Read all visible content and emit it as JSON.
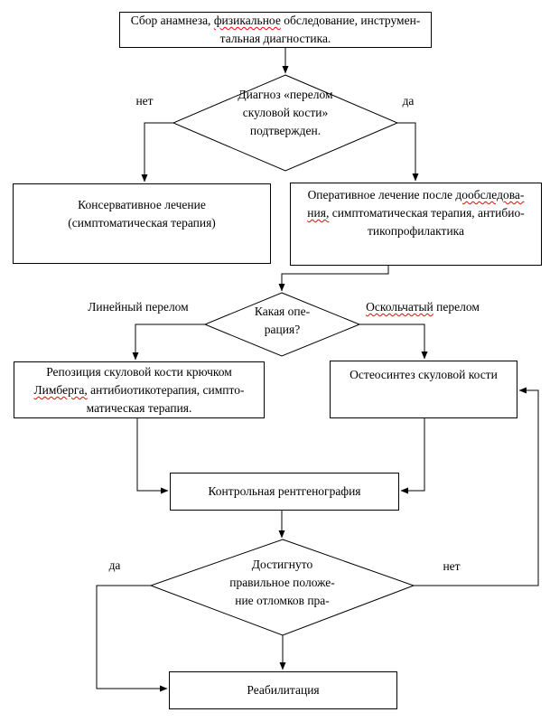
{
  "diagram_title": "Алгоритм лечения перелома скуловой кости (блок-схема)",
  "colors": {
    "background": "#ffffff",
    "line": "#000000",
    "text": "#000000",
    "misspelling_underline": "#ff0000"
  },
  "nodes": {
    "anamnesis": {
      "l1a": "Сбор анамнеза, ",
      "l1b": "физикальное",
      "l1c": " обследование, инструмен-",
      "l2": "тальная диагностика."
    },
    "dx_confirmed": {
      "l1": "Диагноз «перелом",
      "l2": "скуловой кости»",
      "l3": "подтвержден."
    },
    "conservative": {
      "l1": "Консервативное лечение",
      "l2": "(симптоматическая терапия)"
    },
    "operative": {
      "l1a": "Оперативное лечение после ",
      "l1b": "дообследова-",
      "l2a": "ния,",
      "l2b": " симптоматическая терапия, антибио-",
      "l3": "тикопрофилактика"
    },
    "which_operation": {
      "l1": "Какая опе-",
      "l2": "рация?"
    },
    "reposition": {
      "l1": "Репозиция скуловой кости крючком",
      "l2a": "Лимберга,",
      "l2b": " антибиотикотерапия, симпто-",
      "l3": "матическая терапия."
    },
    "osteosynthesis": {
      "l1": "Остеосинтез скуловой кости"
    },
    "xray": {
      "l1": "Контрольная рентгенография"
    },
    "position_achieved": {
      "l1": "Достигнуто",
      "l2": "правильное положе-",
      "l3": "ние отломков пра-"
    },
    "rehabilitation": {
      "l1": "Реабилитация"
    }
  },
  "edge_labels": {
    "no1": "нет",
    "yes1": "да",
    "linear": "Линейный перелом",
    "comminuted_mis": "Оскольчатый",
    "comminuted_rest": " перелом",
    "yes2": "да",
    "no2": "нет"
  }
}
